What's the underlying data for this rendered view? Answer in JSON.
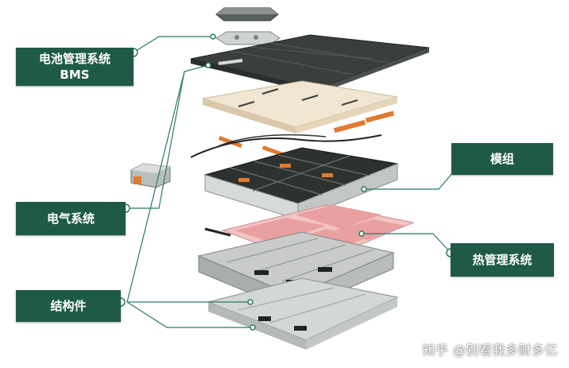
{
  "labels": {
    "bms_line1": "电池管理系统",
    "bms_line2": "BMS",
    "electrical": "电气系统",
    "structure": "结构件",
    "module": "模组",
    "thermal": "热管理系统"
  },
  "watermark": "知乎 @别看我多财多亿",
  "colors": {
    "label_bg": "#1f5a47",
    "leader_line": "#2a7a63",
    "pack_lid": "#3a3f3e",
    "cooling_plate": "#e8a0a0",
    "busbar": "#e07a30"
  }
}
